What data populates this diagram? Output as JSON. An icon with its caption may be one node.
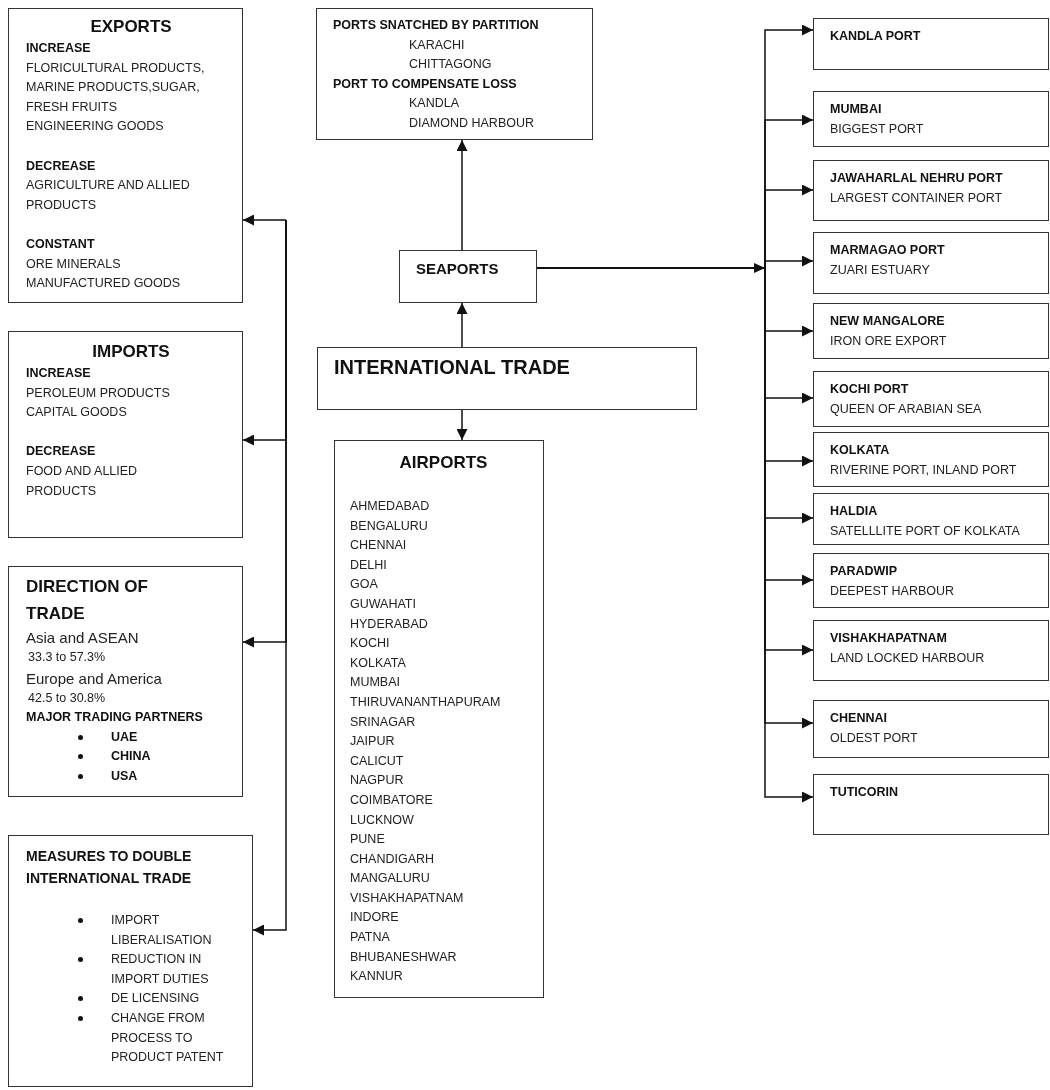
{
  "diagram": {
    "nodes": [
      {
        "text": [
          "INTERNATIONAL TRADE"
        ]
      },
      {
        "text": [
          "SEAPORTS"
        ]
      },
      {
        "text": [
          "PORTS SNATCHED BY PARTITION",
          "KARACHI",
          "CHITTAGONG",
          "PORT TO COMPENSATE LOSS",
          "KANDLA",
          "DIAMOND HARBOUR"
        ]
      },
      {
        "text": [
          "AIRPORTS",
          "AHMEDABAD",
          "BENGALURU",
          "CHENNAI",
          "DELHI",
          "GOA",
          "GUWAHATI",
          "HYDERABAD",
          "KOCHI",
          "KOLKATA",
          "MUMBAI",
          "THIRUVANANTHAPURAM",
          "SRINAGAR",
          "JAIPUR",
          "CALICUT",
          "NAGPUR",
          "COIMBATORE",
          "LUCKNOW",
          "PUNE",
          "CHANDIGARH",
          "MANGALURU",
          "VISHAKHAPATNAM",
          "INDORE",
          "PATNA",
          "BHUBANESHWAR",
          "KANNUR"
        ]
      },
      {
        "text": [
          "EXPORTS",
          "INCREASE",
          "FLORICULTURAL PRODUCTS, MARINE PRODUCTS,SUGAR, FRESH FRUITS",
          "ENGINEERING GOODS",
          "DECREASE",
          "AGRICULTURE AND ALLIED PRODUCTS",
          "CONSTANT",
          "ORE MINERALS",
          "MANUFACTURED GOODS"
        ]
      },
      {
        "text": [
          "IMPORTS",
          "INCREASE",
          "PEROLEUM PRODUCTS",
          "CAPITAL GOODS",
          "DECREASE",
          "FOOD AND ALLIED PRODUCTS"
        ]
      },
      {
        "text": [
          "DIRECTION OF TRADE",
          "Asia and ASEAN",
          "33.3 to 57.3%",
          "Europe and America",
          "42.5 to 30.8%",
          "MAJOR TRADING PARTNERS",
          "UAE",
          "CHINA",
          "USA"
        ]
      },
      {
        "text": [
          "MEASURES TO DOUBLE INTERNATIONAL TRADE",
          "IMPORT LIBERALISATION",
          "REDUCTION IN IMPORT DUTIES",
          "DE LICENSING",
          "CHANGE FROM PROCESS TO PRODUCT PATENT"
        ]
      },
      {
        "text": [
          "KANDLA PORT"
        ]
      },
      {
        "text": [
          "MUMBAI",
          "BIGGEST PORT"
        ]
      },
      {
        "text": [
          "JAWAHARLAL NEHRU PORT",
          "LARGEST CONTAINER PORT"
        ]
      },
      {
        "text": [
          "MARMAGAO  PORT",
          "ZUARI ESTUARY"
        ]
      },
      {
        "text": [
          "NEW MANGALORE",
          "IRON ORE EXPORT"
        ]
      },
      {
        "text": [
          "KOCHI PORT",
          "QUEEN OF ARABIAN SEA"
        ]
      },
      {
        "text": [
          "KOLKATA",
          "RIVERINE PORT, INLAND PORT"
        ]
      },
      {
        "text": [
          "HALDIA",
          "SATELLLITE PORT OF KOLKATA"
        ]
      },
      {
        "text": [
          "PARADWIP",
          "DEEPEST HARBOUR"
        ]
      },
      {
        "text": [
          "VISHAKHAPATNAM",
          "LAND LOCKED HARBOUR"
        ]
      },
      {
        "text": [
          "CHENNAI",
          "OLDEST PORT"
        ]
      },
      {
        "text": [
          "TUTICORIN"
        ]
      }
    ],
    "edges": [
      {
        "from": 0,
        "to": 1,
        "arrow": "to"
      },
      {
        "from": 1,
        "to": 2,
        "arrow": "to"
      },
      {
        "from": 0,
        "to": 3,
        "arrow": "to"
      },
      {
        "from": 1,
        "to": 8,
        "arrow": "to"
      },
      {
        "from": 1,
        "to": 9,
        "arrow": "to"
      },
      {
        "from": 1,
        "to": 10,
        "arrow": "to"
      },
      {
        "from": 1,
        "to": 11,
        "arrow": "to"
      },
      {
        "from": 1,
        "to": 12,
        "arrow": "to"
      },
      {
        "from": 1,
        "to": 13,
        "arrow": "to"
      },
      {
        "from": 1,
        "to": 14,
        "arrow": "to"
      },
      {
        "from": 1,
        "to": 15,
        "arrow": "to"
      },
      {
        "from": 1,
        "to": 16,
        "arrow": "to"
      },
      {
        "from": 1,
        "to": 17,
        "arrow": "to"
      },
      {
        "from": 1,
        "to": 18,
        "arrow": "to"
      },
      {
        "from": 1,
        "to": 19,
        "arrow": "to"
      },
      {
        "from": null,
        "to": 4,
        "arrow": "to"
      },
      {
        "from": null,
        "to": 5,
        "arrow": "to"
      },
      {
        "from": null,
        "to": 6,
        "arrow": "to"
      },
      {
        "from": null,
        "to": 7,
        "arrow": "to"
      }
    ]
  }
}
